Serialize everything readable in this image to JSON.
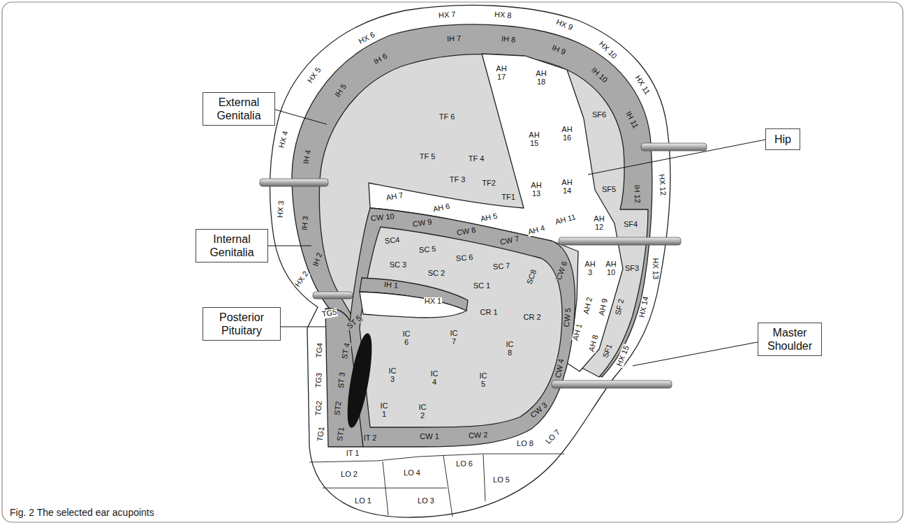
{
  "diagram": {
    "caption": "Fig. 2 The selected ear acupoints",
    "nodes": [
      {
        "text": [
          "External Genitalia"
        ]
      },
      {
        "text": [
          "Hip"
        ]
      },
      {
        "text": [
          "Internal Genitalia"
        ]
      },
      {
        "text": [
          "Posterior Pituitary"
        ]
      },
      {
        "text": [
          "Master Shoulder"
        ]
      }
    ],
    "labels": [
      "HX 1",
      "HX 2",
      "HX 3",
      "HX 4",
      "HX 5",
      "HX 6",
      "HX 7",
      "HX 8",
      "HX 9",
      "HX 10",
      "HX 11",
      "HX 12",
      "HX 13",
      "HX 14",
      "HX 15",
      "IH 1",
      "IH 2",
      "IH 3",
      "IH 4",
      "IH 5",
      "IH 6",
      "IH 7",
      "IH 8",
      "IH 9",
      "IH 10",
      "IH 11",
      "IH 12",
      "AH 1",
      "AH 2",
      "AH 3",
      "AH 4",
      "AH 5",
      "AH 6",
      "AH 7",
      "AH 8",
      "AH 9",
      "AH 10",
      "AH 11",
      "AH 12",
      "AH 13",
      "AH 14",
      "AH 15",
      "AH 16",
      "AH 17",
      "AH 18",
      "TF1",
      "TF2",
      "TF 3",
      "TF 4",
      "TF 5",
      "TF 6",
      "SF1",
      "SF 2",
      "SF3",
      "SF4",
      "SF5",
      "SF6",
      "SC 1",
      "SC 2",
      "SC 3",
      "SC4",
      "SC 5",
      "SC 6",
      "SC 7",
      "SC8",
      "CW 1",
      "CW 2",
      "CW 3",
      "CW 4",
      "CW 5",
      "CW 6",
      "CW 7",
      "CW 8",
      "CW 9",
      "CW 10",
      "CR 1",
      "CR 2",
      "IC 1",
      "IC 2",
      "IC 3",
      "IC 4",
      "IC 5",
      "IC 6",
      "IC 7",
      "IC 8",
      "ST1",
      "ST2",
      "ST 3",
      "ST 4",
      "ST 5",
      "TG1",
      "TG2",
      "TG3",
      "TG4",
      "TG5",
      "IT 1",
      "IT 2",
      "LO 1",
      "LO 2",
      "LO 3",
      "LO 4",
      "LO 5",
      "LO 6",
      "LO 7",
      "LO 8"
    ]
  }
}
